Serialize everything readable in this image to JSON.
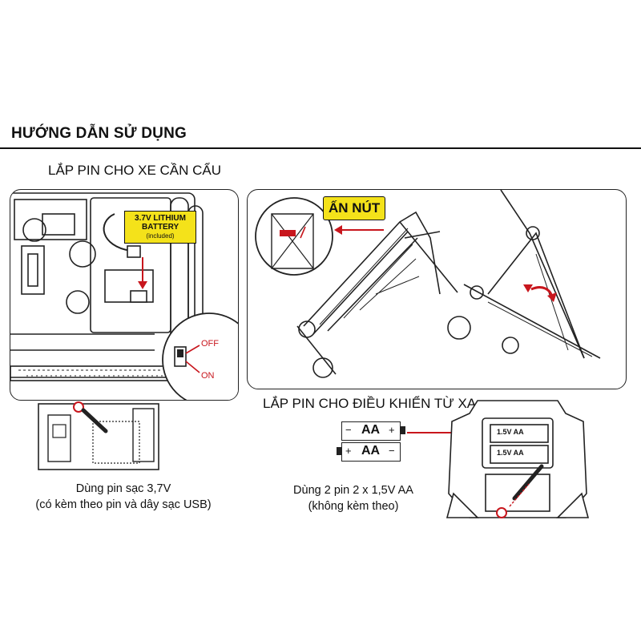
{
  "header": {
    "title": "HƯỚNG DẪN SỬ DỤNG"
  },
  "section_car": {
    "heading": "LẮP PIN CHO XE CẦN CẨU",
    "battery_label": "3.7V LITHIUM",
    "battery_label_2": "BATTERY",
    "battery_label_included": "(included)",
    "switch_off": "OFF",
    "switch_on": "ON",
    "caption_line1": "Dùng pin sạc 3,7V",
    "caption_line2": "(có kèm theo pin và dây sạc USB)"
  },
  "section_crane": {
    "press_button_label": "ẤN NÚT"
  },
  "section_remote": {
    "heading": "LẮP PIN CHO ĐIỀU KHIỂN TỪ XA",
    "battery_text": "AA",
    "battery_plus": "+",
    "battery_minus": "−",
    "cell_label": "1.5V AA",
    "caption_line1": "Dùng 2 pin 2 x 1,5V AA",
    "caption_line2": "(không kèm theo)"
  },
  "colors": {
    "accent_red": "#c8161d",
    "highlight_yellow": "#f4e21a",
    "line": "#111111"
  }
}
